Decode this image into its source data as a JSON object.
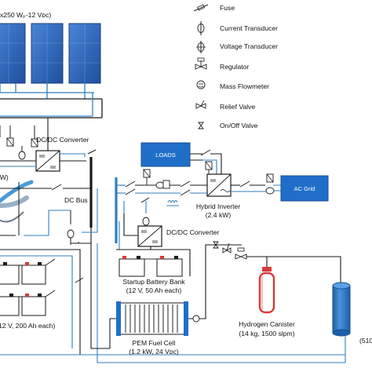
{
  "legend": {
    "fuse": "Fuse",
    "current_transducer": "Current Transducer",
    "voltage_transducer": "Voltage Transducer",
    "regulator": "Regulator",
    "mass_flowmeter": "Mass Flowmeter",
    "relief_valve": "Relief Valve",
    "onoff_valve": "On/Off Valve"
  },
  "pv_array_label": "x250 Wₚ-12 Vᴅᴄ)",
  "converter_top_label": "DC/DC Converter",
  "converter_mid_label": "DC/DC Converter",
  "partial_kw_label": " W)",
  "dc_bus_label": "DC Bus",
  "loads_label": "LOADS",
  "ac_grid_label": "AC Grid",
  "hybrid_inverter": {
    "line1": "Hybrid Inverter",
    "line2": "(2.4 kW)"
  },
  "startup_battery": {
    "line1": "Startup Battery Bank",
    "line2": "(12 V, 50 Ah each)"
  },
  "battery_bank_partial": "12 V, 200 Ah each)",
  "fuel_cell": {
    "line1": "PEM Fuel Cell",
    "line2": "(1.2 kW, 24 Vᴅᴄ)"
  },
  "hydrogen_canister": {
    "line1": "Hydrogen Canister",
    "line2": "(14 kg, 1500 slpm)"
  },
  "partial_right_label": "(510",
  "colors": {
    "line_blue": "#2f7fbf",
    "panel_blue": "#2a5db0",
    "box_blue": "#1f6fc9",
    "cylinder_blue": "#2e78c7",
    "canister_red": "#d63a3a",
    "dark": "#1a1a1a"
  }
}
